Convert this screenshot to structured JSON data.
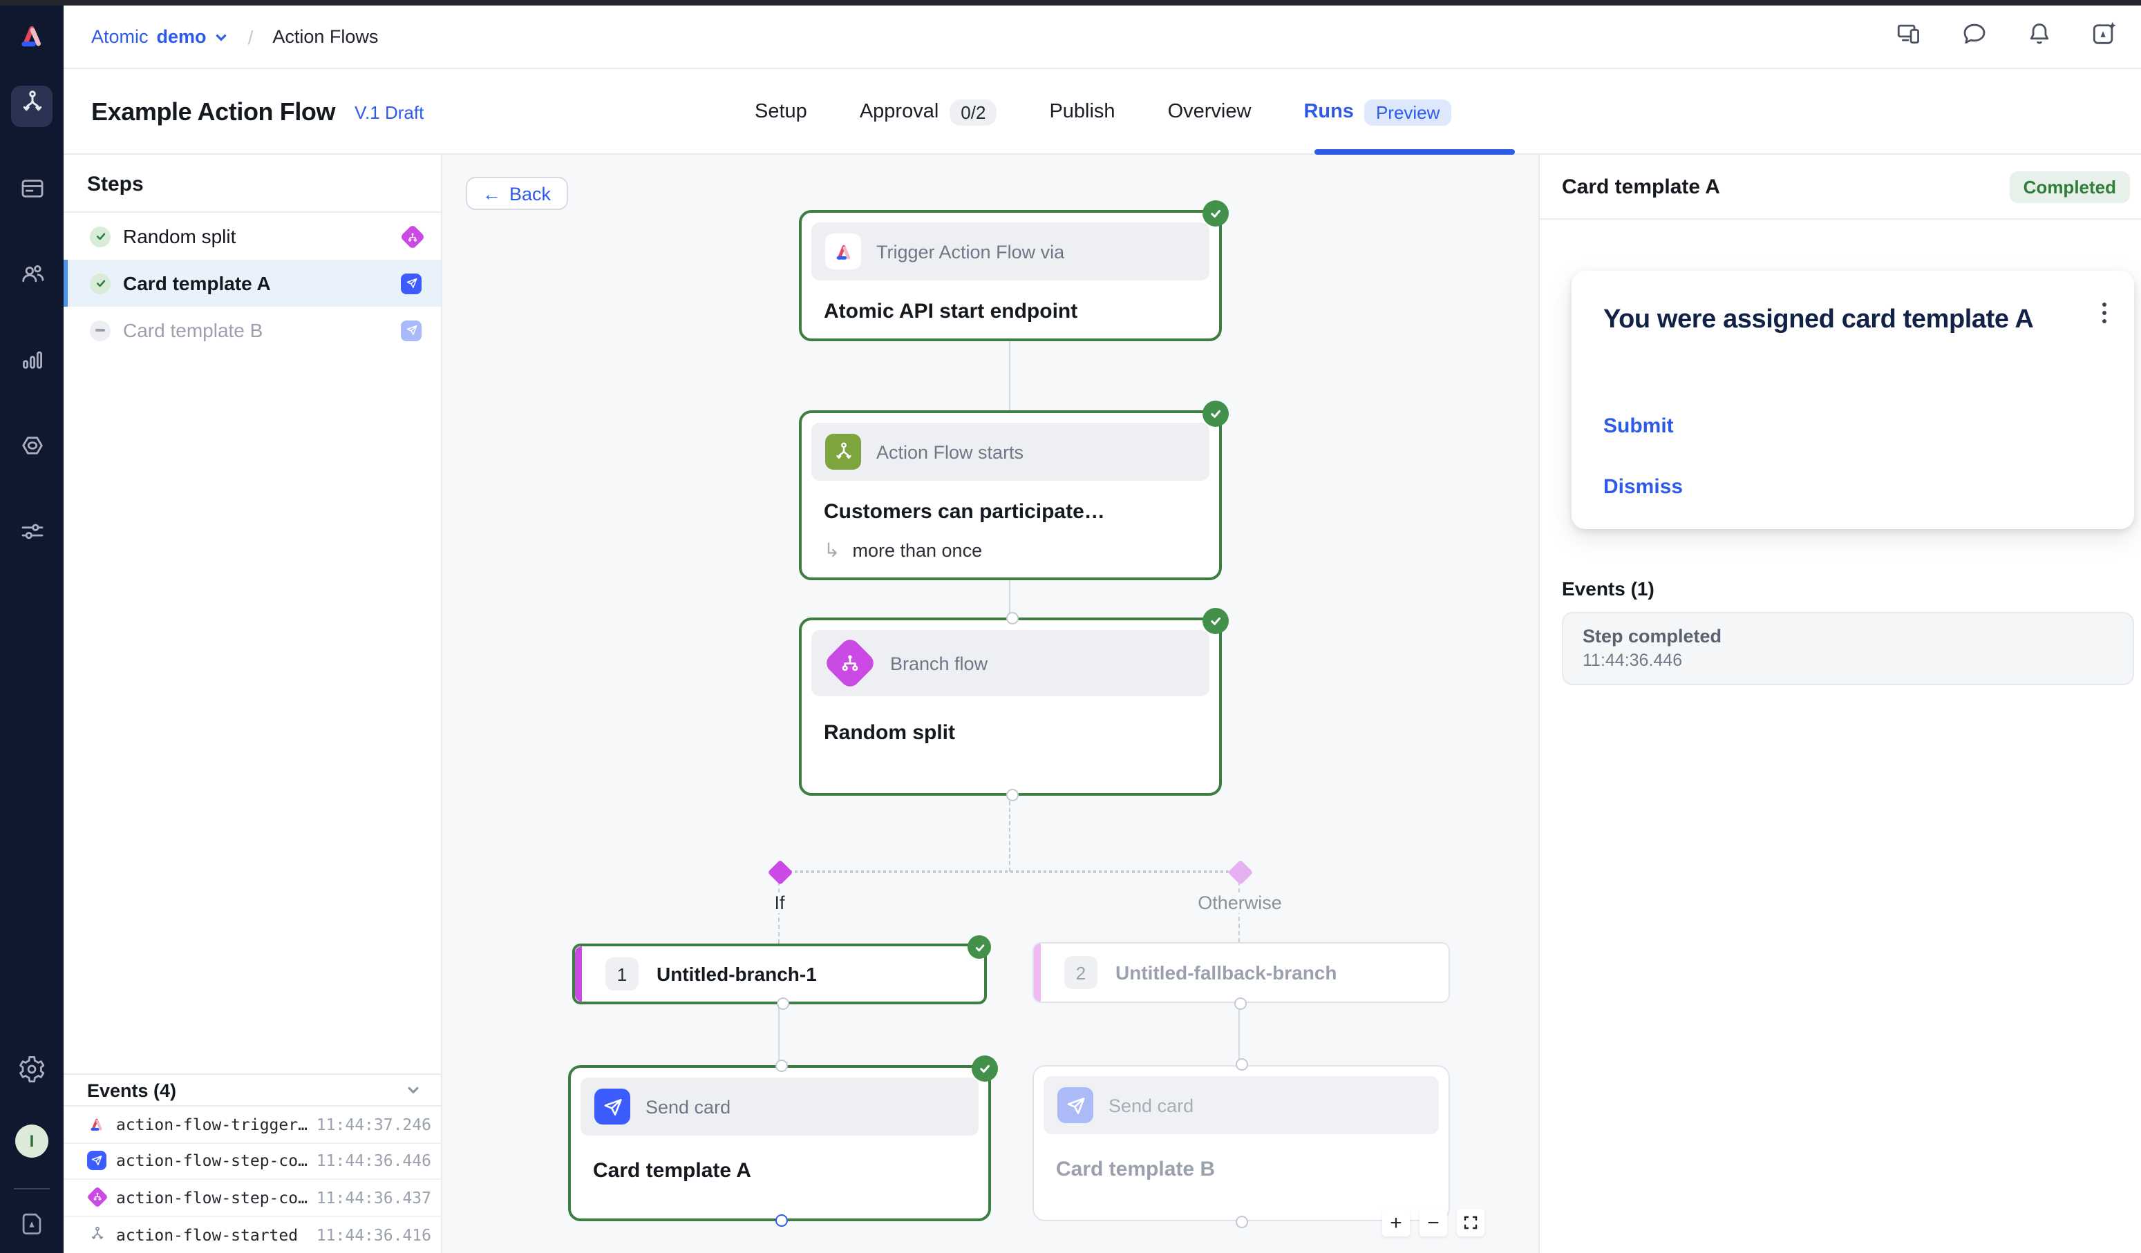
{
  "topbar": {
    "org": "Atomic",
    "env": "demo",
    "separator": "/",
    "page": "Action Flows",
    "right_icons": [
      "devices-icon",
      "chat-icon",
      "notifications-bell-icon",
      "atomic-assist-icon"
    ]
  },
  "header": {
    "title": "Example Action Flow",
    "version": "V.1 Draft",
    "tabs": [
      {
        "label": "Setup"
      },
      {
        "label": "Approval",
        "badge": "0/2"
      },
      {
        "label": "Publish"
      },
      {
        "label": "Overview"
      },
      {
        "label": "Runs",
        "badge": "Preview"
      }
    ]
  },
  "steps": {
    "title": "Steps",
    "items": [
      {
        "label": "Random split",
        "status": "completed",
        "icon": "branch-diamond"
      },
      {
        "label": "Card template A",
        "status": "completed",
        "icon": "send-card",
        "selected": true
      },
      {
        "label": "Card template B",
        "status": "not-run",
        "icon": "send-card-muted"
      }
    ]
  },
  "events": {
    "title": "Events (4)",
    "items": [
      {
        "icon": "atomic-logo",
        "name": "action-flow-trigger…",
        "time": "11:44:37.246"
      },
      {
        "icon": "send-card",
        "name": "action-flow-step-co…",
        "time": "11:44:36.446"
      },
      {
        "icon": "branch-diamond",
        "name": "action-flow-step-co…",
        "time": "11:44:36.437"
      },
      {
        "icon": "flow-start",
        "name": "action-flow-started",
        "time": "11:44:36.416"
      }
    ]
  },
  "canvas": {
    "back_arrow": "←",
    "back": "Back",
    "trigger_node": {
      "header": "Trigger Action Flow via",
      "title": "Atomic API start endpoint"
    },
    "start_node": {
      "header": "Action Flow starts",
      "title": "Customers can participate…",
      "detail_arrow": "↳",
      "detail": "more than once"
    },
    "branch_node": {
      "header": "Branch flow",
      "title": "Random split"
    },
    "if_label": "If",
    "otherwise_label": "Otherwise",
    "branch1": {
      "number": "1",
      "title": "Untitled-branch-1"
    },
    "branch2": {
      "number": "2",
      "title": "Untitled-fallback-branch"
    },
    "send1": {
      "header": "Send card",
      "title": "Card template A"
    },
    "send2": {
      "header": "Send card",
      "title": "Card template B"
    },
    "zoom": {
      "in": "+",
      "out": "−"
    }
  },
  "detail": {
    "title": "Card template A",
    "status": "Completed",
    "card": {
      "title": "You were assigned card template A",
      "submit": "Submit",
      "dismiss": "Dismiss"
    },
    "events_title": "Events (1)",
    "event": {
      "name": "Step completed",
      "time": "11:44:36.446"
    }
  },
  "sidebar": {
    "avatar": "I",
    "nav_icons": [
      "action-flows",
      "card-templates",
      "customers",
      "analytics",
      "environments",
      "configuration"
    ],
    "footer_icons": [
      "settings-gear",
      "account-avatar",
      "docs"
    ]
  },
  "colors": {
    "accent_blue": "#2d5be8",
    "send_blue": "#3d5cfd",
    "success_green": "#43904a",
    "node_border_green": "#3e7d40",
    "branch_magenta": "#cb4ae6",
    "start_olive": "#7da43e",
    "sidebar_navy": "#101830"
  }
}
